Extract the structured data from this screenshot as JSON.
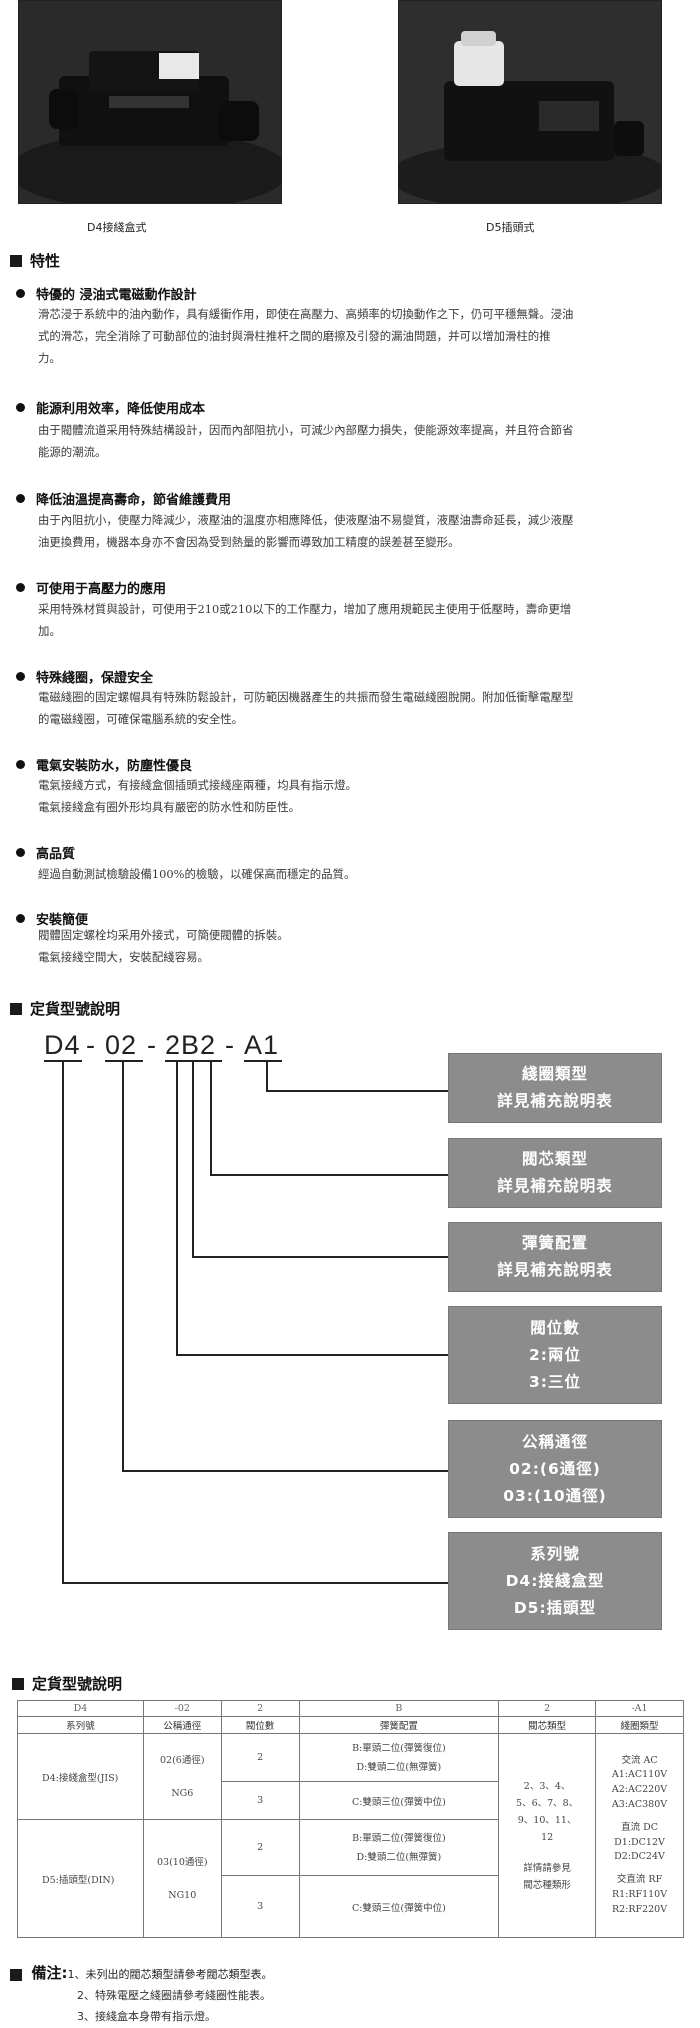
{
  "photos": [
    {
      "caption": "D4接綫盒式"
    },
    {
      "caption": "D5插頭式"
    }
  ],
  "features_heading": "特性",
  "features": [
    {
      "title": "特優的 浸油式電磁動作設計",
      "lines": [
        "滑芯浸于系統中的油內動作，具有緩衝作用，即使在高壓力、高頻率的切換動作之下，仍可平穩無聲。浸油",
        "式的滑芯，完全消除了可動部位的油封與滑柱推杆之間的磨擦及引發的漏油問題，并可以增加滑柱的推",
        "力。"
      ]
    },
    {
      "title": "能源利用效率，降低使用成本",
      "lines": [
        "由于閥體流道采用特殊結構設計，因而內部阻抗小，可減少內部壓力損失，使能源效率提高，并且符合節省",
        "能源的潮流。"
      ]
    },
    {
      "title": "降低油溫提高壽命，節省維護費用",
      "lines": [
        "由于內阻抗小，使壓力降減少，液壓油的溫度亦相應降低，使液壓油不易變質，液壓油壽命延長，減少液壓",
        "油更換費用，機器本身亦不會因為受到熱量的影響而導致加工精度的誤差甚至變形。"
      ]
    },
    {
      "title": "可使用于高壓力的應用",
      "lines": [
        "采用特殊材質與設計，可使用于210或210以下的工作壓力，增加了應用規範民主使用于低壓時，壽命更增",
        "加。"
      ]
    },
    {
      "title": "特殊綫圈，保證安全",
      "lines": [
        "電磁綫圈的固定螺帽具有特殊防鬆設計，可防範因機器產生的共振而發生電磁綫圈脫開。附加低衝擊電壓型",
        "的電磁綫圈，可確保電腦系統的安全性。"
      ]
    },
    {
      "title": "電氣安裝防水，防塵性優良",
      "lines": [
        "電氣接綫方式，有接綫盒個插頭式接綫座兩種，均具有指示燈。",
        "電氣接綫盒有圈外形均具有嚴密的防水性和防臣性。"
      ]
    },
    {
      "title": "高品質",
      "lines": [
        "經過自動測試檢驗設備100%的檢驗，以確保高而穩定的品質。"
      ]
    },
    {
      "title": "安裝簡便",
      "lines": [
        "閥體固定螺栓均采用外接式，可簡便閥體的拆裝。",
        "電氣接綫空間大，安裝配綫容易。"
      ]
    }
  ],
  "order_heading_1": "定貨型號說明",
  "model_code": {
    "seg1": "D4",
    "dash1": "-",
    "seg2": "02",
    "dash2": "-",
    "seg3": "2B2",
    "dash3": "-",
    "seg4": "A1"
  },
  "boxes": [
    {
      "lines": [
        "綫圈類型",
        "詳見補充說明表"
      ]
    },
    {
      "lines": [
        "閥芯類型",
        "詳見補充說明表"
      ]
    },
    {
      "lines": [
        "彈簧配置",
        "詳見補充說明表"
      ]
    },
    {
      "lines": [
        "閥位數",
        "2:兩位",
        "3:三位"
      ]
    },
    {
      "lines": [
        "公稱通徑",
        "02:(6通徑)",
        "03:(10通徑)"
      ]
    },
    {
      "lines": [
        "系列號",
        "D4:接綫盒型",
        "D5:插頭型"
      ]
    }
  ],
  "order_heading_2": "定貨型號說明",
  "table": {
    "codes": [
      "D4",
      "-02",
      "2",
      "B",
      "2",
      "-A1"
    ],
    "headers": [
      "系列號",
      "公稱通徑",
      "閥位數",
      "彈簧配置",
      "閥芯類型",
      "綫圈類型"
    ],
    "series_d4": "D4:接綫盒型(JIS)",
    "series_d5": "D5:插頭型(DIN)",
    "bore_d4": [
      "02(6通徑)",
      "NG6"
    ],
    "bore_d5": [
      "03(10通徑)",
      "NG10"
    ],
    "pos_2": "2",
    "pos_3": "3",
    "spring_2": [
      "B:單頭二位(彈簧復位)",
      "D:雙頭二位(無彈簧)"
    ],
    "spring_3": "C:雙頭三位(彈簧中位)",
    "spool": [
      "2、3、4、",
      "5、6、7、8、",
      "9、10、11、",
      "12",
      "",
      "詳情請參見",
      "閥芯種類形"
    ],
    "coil": [
      "交流 AC",
      "A1:AC110V",
      "A2:AC220V",
      "A3:AC380V",
      "",
      "直流 DC",
      "D1:DC12V",
      "D2:DC24V",
      "",
      "交直流 RF",
      "R1:RF110V",
      "R2:RF220V"
    ]
  },
  "notes": {
    "label": "備注:",
    "items": [
      "1、未列出的閥芯類型請參考閥芯類型表。",
      "2、特殊電壓之綫圈請參考綫圈性能表。",
      "3、接綫盒本身帶有指示燈。"
    ]
  }
}
